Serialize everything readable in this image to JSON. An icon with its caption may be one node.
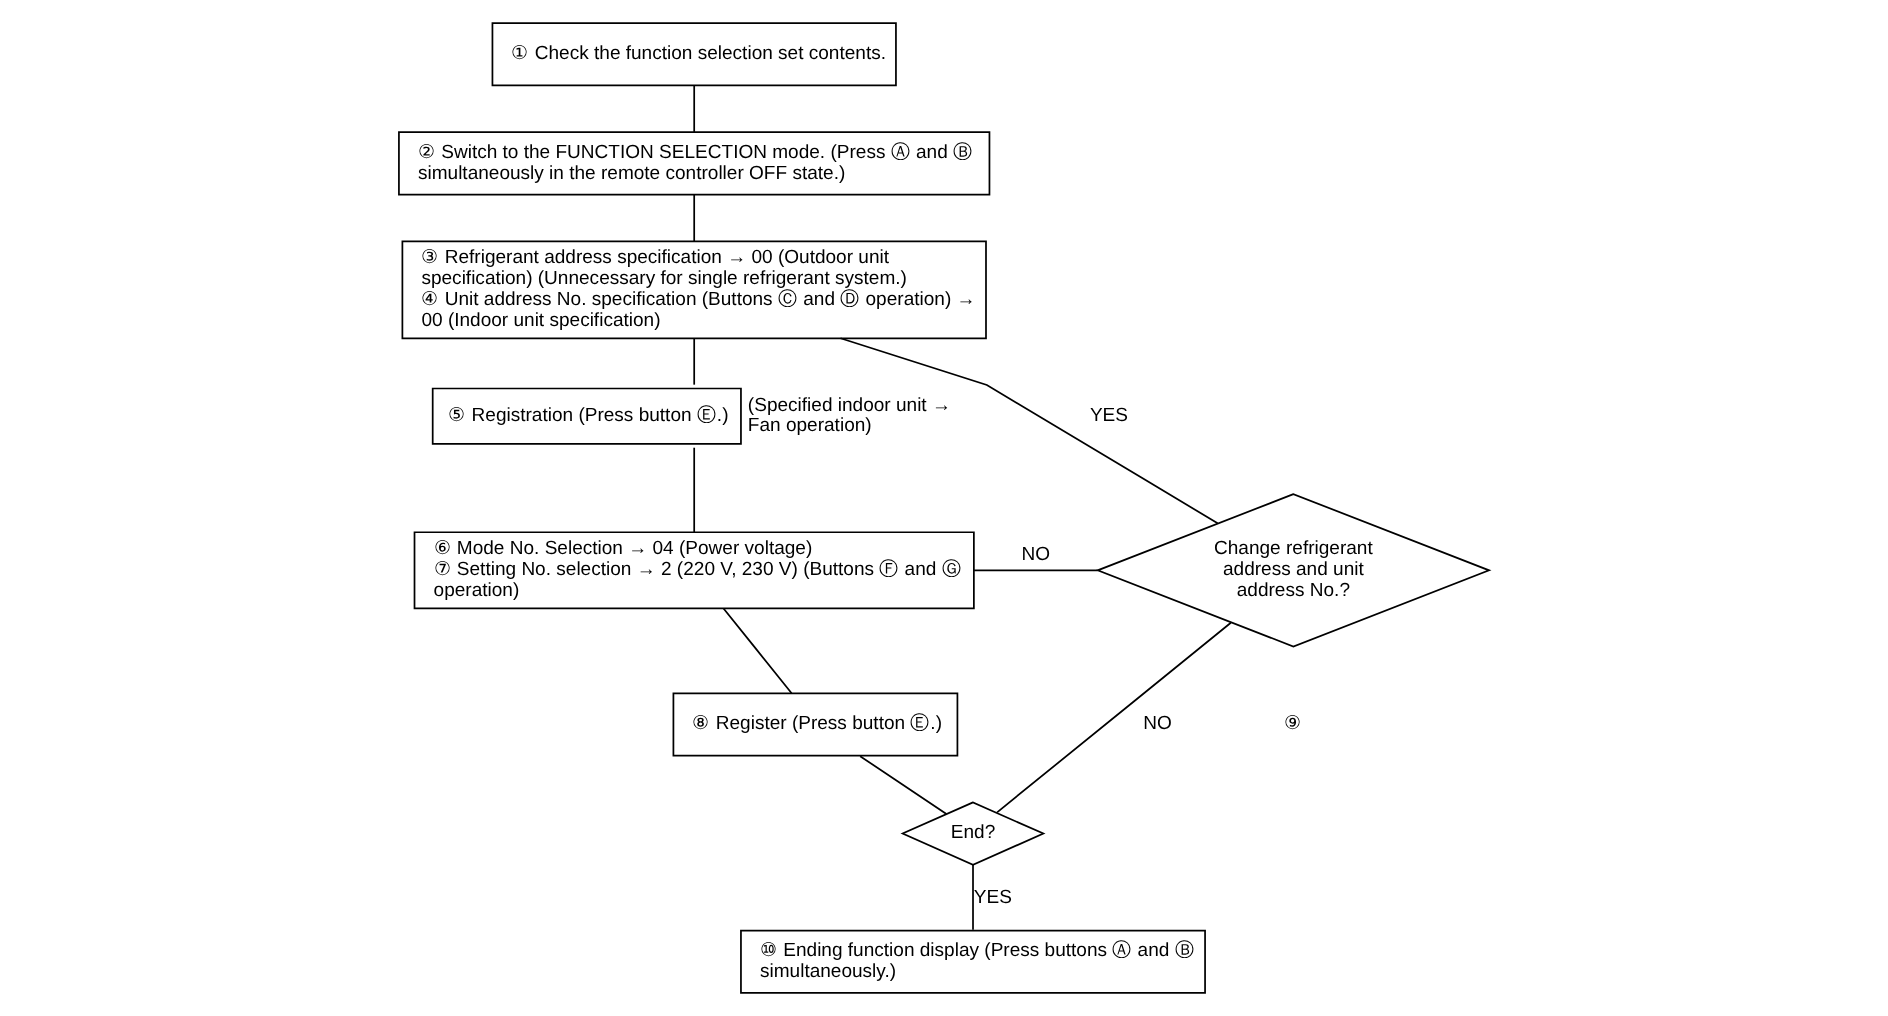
{
  "diagram": {
    "nodes": [
      {
        "text": [
          "① Check the function selection set contents."
        ]
      },
      {
        "text": [
          "② Switch to the FUNCTION SELECTION mode. (Press Ⓐ and Ⓑ simultaneously in the remote controller OFF state.)"
        ]
      },
      {
        "text": [
          "③ Refrigerant address specification → 00 (Outdoor unit specification) (Unnecessary for single refrigerant system.)",
          "④ Unit address No. specification (Buttons Ⓒ and Ⓓ operation) → 00 (Indoor unit specification)"
        ]
      },
      {
        "text": [
          "⑤ Registration (Press button Ⓔ.)"
        ],
        "beside": [
          "(Specified indoor unit → Fan operation)"
        ]
      },
      {
        "text": [
          "⑥ Mode No. Selection → 04 (Power voltage)",
          "⑦ Setting No. selection → 2 (220 V, 230 V) (Buttons Ⓕ and Ⓖ operation)"
        ]
      },
      {
        "text": [
          "⑧ Register (Press button Ⓔ.)"
        ]
      },
      {
        "text": [
          "End?"
        ]
      },
      {
        "text": [
          "⑩ Ending function display (Press buttons Ⓐ and Ⓑ simultaneously.)"
        ]
      },
      {
        "text": [
          "Change refrigerant address and unit address No.?"
        ]
      }
    ],
    "edges": [
      {
        "from": 0,
        "to": 1,
        "arrow": "none"
      },
      {
        "from": 1,
        "to": 2,
        "arrow": "none"
      },
      {
        "from": 2,
        "to": 3,
        "arrow": "none"
      },
      {
        "from": 3,
        "to": 4,
        "arrow": "none"
      },
      {
        "from": 4,
        "to": 5,
        "arrow": "none"
      },
      {
        "from": 5,
        "to": 6,
        "arrow": "none"
      },
      {
        "from": 6,
        "to": 7,
        "label": "YES",
        "arrow": "none"
      },
      {
        "from": 6,
        "to": 8,
        "label": "NO",
        "arrow": "none"
      },
      {
        "from": 8,
        "to": 2,
        "label": "YES",
        "arrow": "none"
      },
      {
        "from": 8,
        "to": 4,
        "label": "NO",
        "arrow": "none"
      }
    ],
    "labels": [
      "⑨"
    ]
  }
}
